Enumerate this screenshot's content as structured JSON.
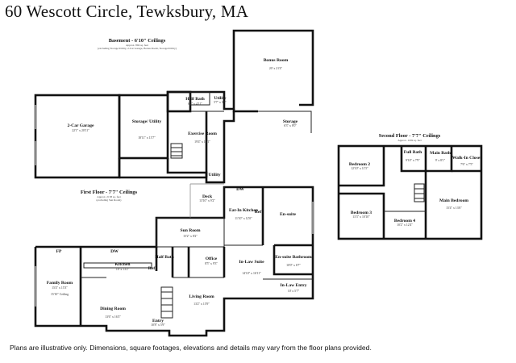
{
  "title": "60 Wescott Circle, Tewksbury, MA",
  "disclaimer": "Plans are illustrative only. Dimensions, square footages, elevations and details may vary from the floor plans provided.",
  "floors": {
    "basement": {
      "heading": "Basement - 6'10\" Ceilings",
      "subheading": "Approx. 804 sq. feet",
      "note": "(excluding Storage/Utility, 2-Car Garage, Bonus Room, Storage/Utility)",
      "rooms": [
        {
          "name": "2-Car Garage",
          "dims": "22'1\" x 20'11\""
        },
        {
          "name": "Storage/ Utility",
          "dims": "18'11\" x 13'7\""
        },
        {
          "name": "Half Bath",
          "dims": "6'2\" x 4'11\""
        },
        {
          "name": "Utility",
          "dims": "5'7\" x 3'5\""
        },
        {
          "name": "Exercise Room",
          "dims": "19'4\" x 12'1\""
        },
        {
          "name": "Bonus Room",
          "dims": "20' x 21'4\""
        },
        {
          "name": "Storage",
          "dims": "6'3\" x 8'0\""
        },
        {
          "name": "Utility",
          "dims": ""
        }
      ]
    },
    "first": {
      "heading": "First Floor - 7'7\" Ceilings",
      "subheading": "Approx. 2158 sq. feet",
      "note": "(excluding Sun Room)",
      "rooms": [
        {
          "name": "Deck",
          "dims": "13'10\" x 9'2\""
        },
        {
          "name": "Eat-In Kitchen",
          "dims": "11'10\" x 12'0\""
        },
        {
          "name": "En-suite",
          "dims": ""
        },
        {
          "name": "Sun Room",
          "dims": "15'2\" x 8'2\""
        },
        {
          "name": "Kitchen",
          "dims": "18' x 13'2\""
        },
        {
          "name": "Half Bath",
          "dims": ""
        },
        {
          "name": "Office",
          "dims": "8'5\" x 9'3\""
        },
        {
          "name": "In-Law Suite",
          "dims": "14'10\" x 16'11\""
        },
        {
          "name": "En-suite Bathroom",
          "dims": "10'0\" x 6'7\""
        },
        {
          "name": "In-Law Entry",
          "dims": "10' x 5'7\""
        },
        {
          "name": "Family Room",
          "dims": "15'4\" x 15'3\""
        },
        {
          "name": "Dining Room",
          "dims": "13'6\" x 16'3\""
        },
        {
          "name": "Living Room",
          "dims": "13'2\" x 15'9\""
        },
        {
          "name": "Entry",
          "dims": "10'8\" x 5'9\""
        }
      ],
      "fixtures": {
        "dw1": "DW",
        "dw2": "DW",
        "fp": "FP",
        "ref1": "Ref",
        "ref2": "Ref",
        "ceiling": "15'10\" Ceiling"
      }
    },
    "second": {
      "heading": "Second Floor - 7'7\" Ceilings",
      "subheading": "Approx. 1169 sq. feet",
      "rooms": [
        {
          "name": "Bedroom 2",
          "dims": "12'10\" x 11'5\""
        },
        {
          "name": "Full Bath",
          "dims": "9'10\" x 7'9\""
        },
        {
          "name": "Main Bath",
          "dims": "9' x 8'1\""
        },
        {
          "name": "Walk-In Closet",
          "dims": "7'6\" x 7'5\""
        },
        {
          "name": "Main Bedroom",
          "dims": "15'4\" x 13'6\""
        },
        {
          "name": "Bedroom 3",
          "dims": "13'3\" x 10'10\""
        },
        {
          "name": "Bedroom 4",
          "dims": "10'2\" x 12'4\""
        }
      ]
    }
  }
}
